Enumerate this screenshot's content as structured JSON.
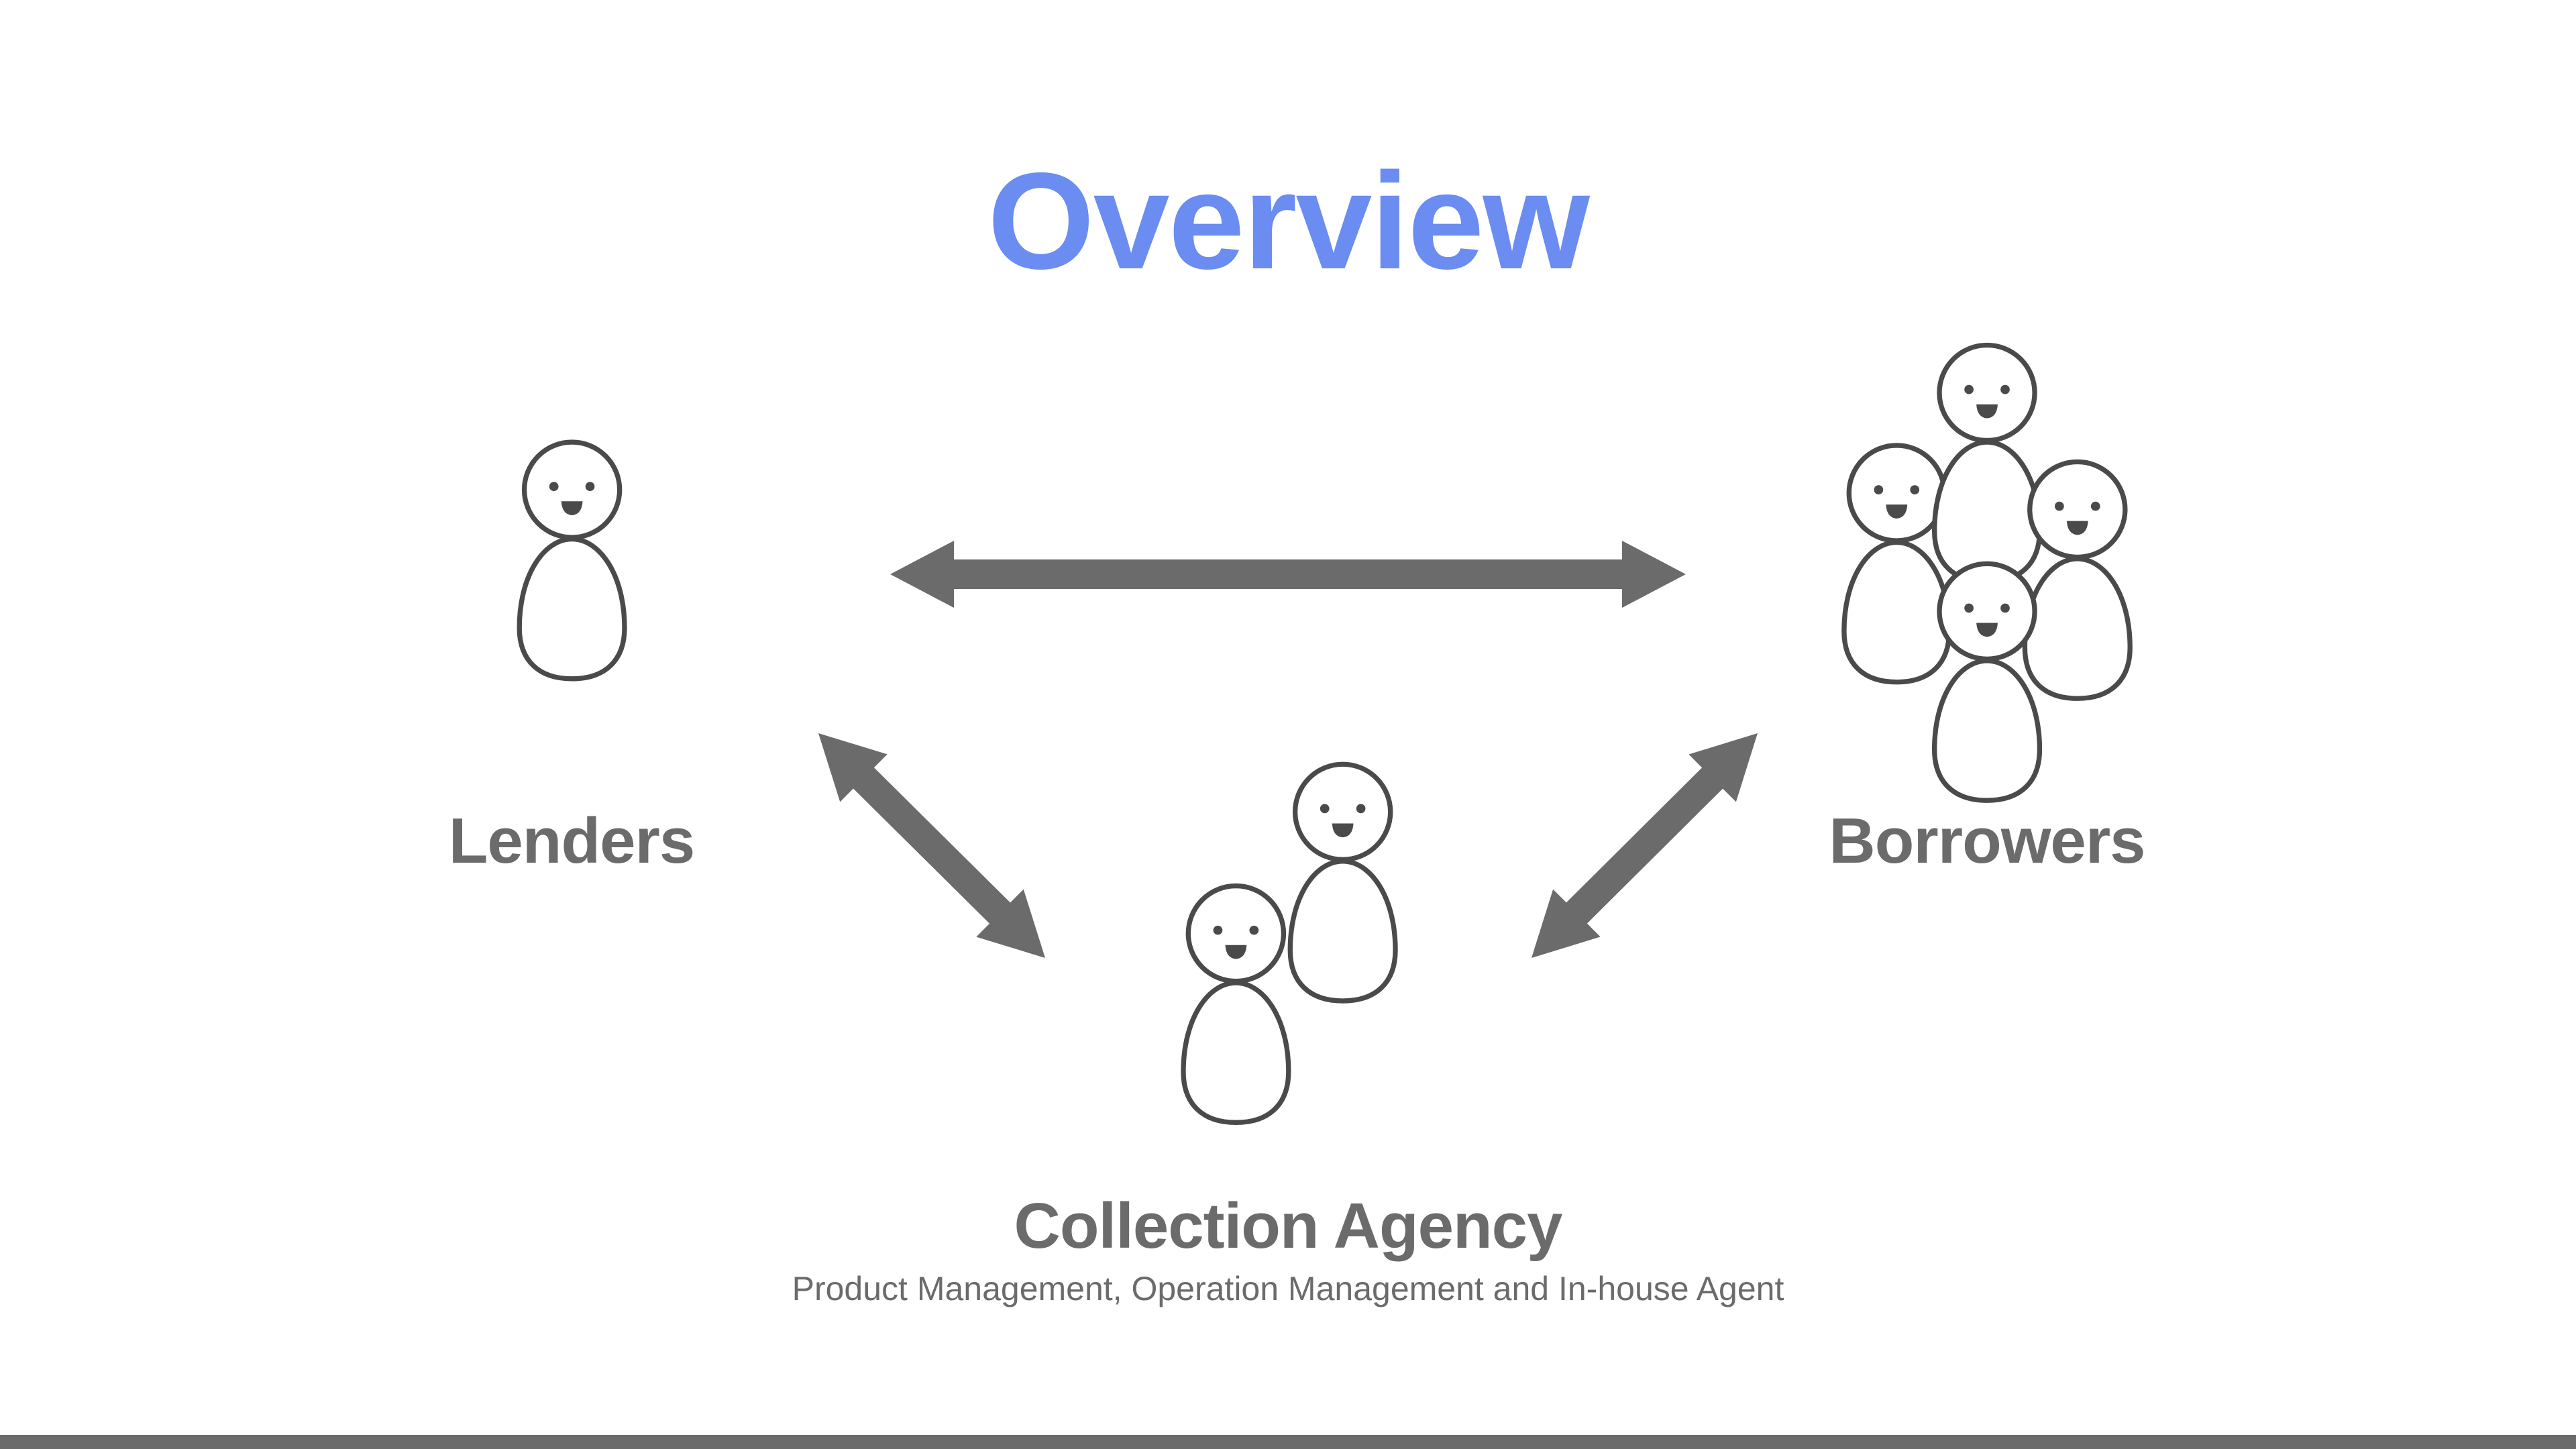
{
  "slide": {
    "title": "Overview",
    "nodes": {
      "lenders": {
        "label": "Lenders",
        "people": 1
      },
      "borrowers": {
        "label": "Borrowers",
        "people": 5
      },
      "agency": {
        "label": "Collection Agency",
        "description": "Product Management, Operation Management and In-house Agent",
        "people": 2
      }
    },
    "arrows": [
      {
        "from": "lenders",
        "to": "borrowers",
        "direction": "bidirectional"
      },
      {
        "from": "lenders",
        "to": "agency",
        "direction": "bidirectional"
      },
      {
        "from": "borrowers",
        "to": "agency",
        "direction": "bidirectional"
      }
    ]
  },
  "colors": {
    "title": "#6b8cf0",
    "text": "#6b6b6b",
    "arrow": "#6b6b6b",
    "figure_stroke": "#4a4a4a",
    "bar": "#6b6b6b",
    "background": "#ffffff"
  },
  "icons": {
    "person": "person-icon",
    "arrow": "double-arrow-icon"
  }
}
